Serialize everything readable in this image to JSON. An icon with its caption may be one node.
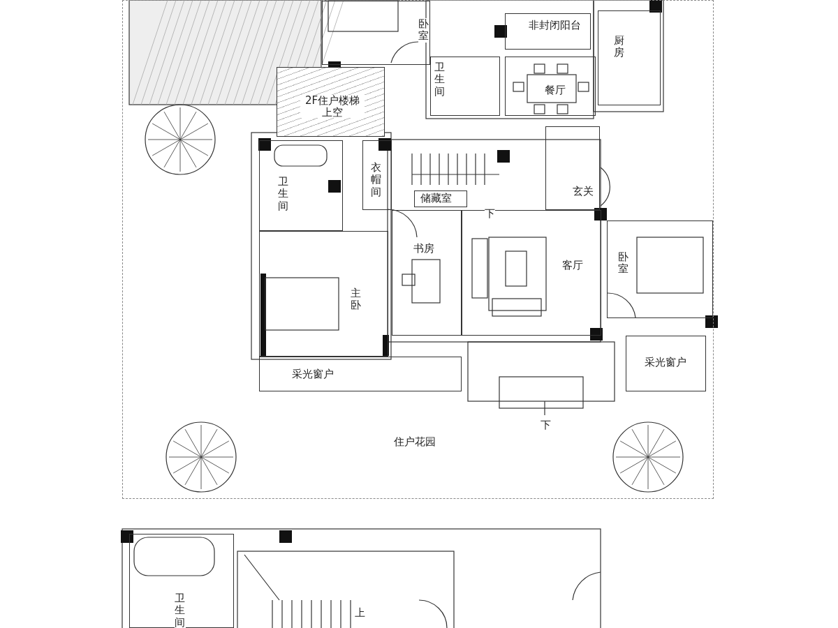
{
  "diagram": {
    "nodes": [
      {
        "text": [
          "住户花园"
        ]
      },
      {
        "text": [
          "卧室"
        ],
        "in": 0
      },
      {
        "text": [
          "非封闭阳台"
        ],
        "in": 0
      },
      {
        "text": [
          "厨房"
        ],
        "in": 0
      },
      {
        "text": [
          "卫生间"
        ],
        "in": 0
      },
      {
        "text": [
          "餐厅"
        ],
        "in": 0
      },
      {
        "text": [
          "2F住户楼梯上空"
        ],
        "in": 0
      },
      {
        "text": [
          "衣帽间"
        ],
        "in": 0
      },
      {
        "text": [
          "卫生间"
        ],
        "in": 0
      },
      {
        "text": [
          "储藏室"
        ],
        "in": 0
      },
      {
        "text": [
          "玄关"
        ],
        "in": 0
      },
      {
        "text": [
          "书房"
        ],
        "in": 0
      },
      {
        "text": [
          "客厅"
        ],
        "in": 0
      },
      {
        "text": [
          "卧室"
        ],
        "in": 0
      },
      {
        "text": [
          "主卧"
        ],
        "in": 0
      },
      {
        "text": [
          "采光窗户"
        ],
        "in": 0
      },
      {
        "text": [
          "采光窗户"
        ],
        "in": 0
      },
      {
        "text": [
          "卫生间"
        ]
      }
    ],
    "labels": [
      "下",
      "下",
      "上"
    ]
  }
}
